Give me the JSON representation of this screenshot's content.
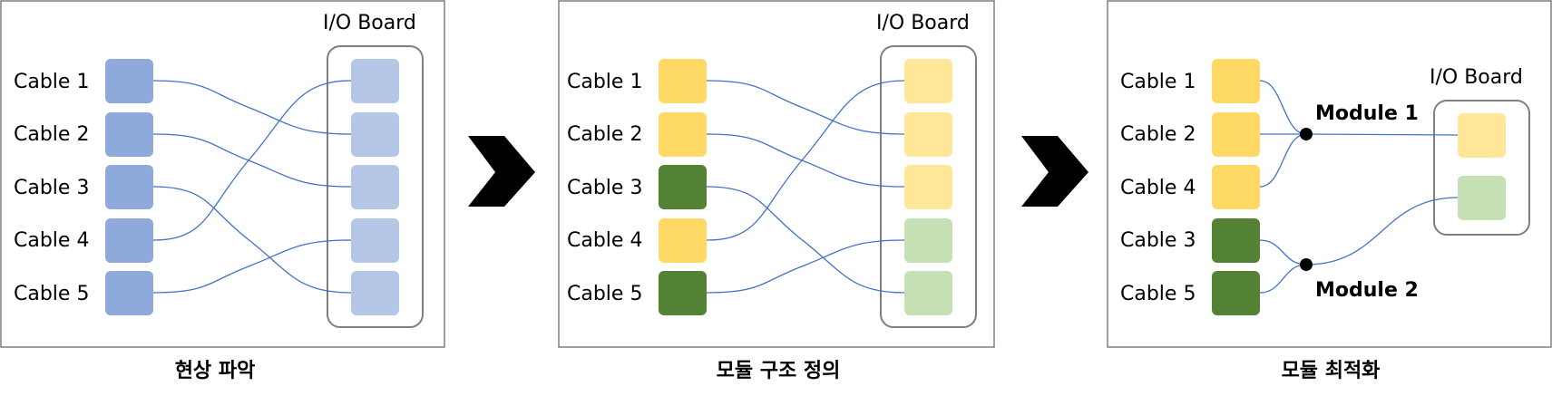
{
  "colors": {
    "blue_cable": "#8eaadb",
    "blue_port": "#b4c7e7",
    "yellow_cable": "#ffd966",
    "yellow_port": "#ffe699",
    "green_cable": "#548235",
    "green_port": "#c5e0b4",
    "wire": "#4472c4",
    "panel_border": "#7f7f7f",
    "io_border": "#7f7f7f"
  },
  "panels": [
    {
      "caption": "현상 파악",
      "io_label": "I/O Board",
      "cables": [
        {
          "label": "Cable 1",
          "color": "blue"
        },
        {
          "label": "Cable 2",
          "color": "blue"
        },
        {
          "label": "Cable 3",
          "color": "blue"
        },
        {
          "label": "Cable 4",
          "color": "blue"
        },
        {
          "label": "Cable 5",
          "color": "blue"
        }
      ],
      "ports": [
        "blue",
        "blue",
        "blue",
        "blue",
        "blue"
      ],
      "connections": [
        [
          0,
          1
        ],
        [
          1,
          2
        ],
        [
          2,
          4
        ],
        [
          3,
          0
        ],
        [
          4,
          3
        ]
      ]
    },
    {
      "caption": "모듈 구조 정의",
      "io_label": "I/O Board",
      "cables": [
        {
          "label": "Cable 1",
          "color": "yellow"
        },
        {
          "label": "Cable 2",
          "color": "yellow"
        },
        {
          "label": "Cable 3",
          "color": "green"
        },
        {
          "label": "Cable 4",
          "color": "yellow"
        },
        {
          "label": "Cable 5",
          "color": "green"
        }
      ],
      "ports": [
        "yellow",
        "yellow",
        "yellow",
        "green",
        "green"
      ],
      "connections": [
        [
          0,
          1
        ],
        [
          1,
          2
        ],
        [
          2,
          4
        ],
        [
          3,
          0
        ],
        [
          4,
          3
        ]
      ]
    },
    {
      "caption": "모듈 최적화",
      "io_label": "I/O Board",
      "cables": [
        {
          "label": "Cable 1",
          "color": "yellow"
        },
        {
          "label": "Cable 2",
          "color": "yellow"
        },
        {
          "label": "Cable 4",
          "color": "yellow"
        },
        {
          "label": "Cable 3",
          "color": "green"
        },
        {
          "label": "Cable 5",
          "color": "green"
        }
      ],
      "ports": [
        "yellow",
        "green"
      ],
      "modules": [
        {
          "label": "Module 1",
          "cables": [
            0,
            1,
            2
          ],
          "port": 0
        },
        {
          "label": "Module 2",
          "cables": [
            3,
            4
          ],
          "port": 1
        }
      ]
    }
  ]
}
